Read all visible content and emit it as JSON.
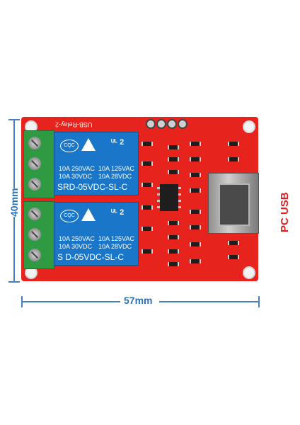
{
  "dimensions": {
    "height_label": "40mm",
    "width_label": "57mm",
    "usb_label": "PC USB"
  },
  "board": {
    "silkscreen": "USB-Relay-2"
  },
  "relays": [
    {
      "t1": "10A 250VAC",
      "t2": "10A 125VAC",
      "t3": "10A 30VDC",
      "t4": "10A 28VDC",
      "model": "SRD-05VDC-SL-C",
      "cqc": "CQC",
      "ul": "ᵁᴸ 2"
    },
    {
      "t1": "10A 250VAC",
      "t2": "10A 125VAC",
      "t3": "10A 30VDC",
      "t4": "10A 28VDC",
      "model": "S  D-05VDC-SL-C",
      "cqc": "CQC",
      "ul": "ᵁᴸ 2"
    }
  ],
  "colors": {
    "board": "#e6231c",
    "relay": "#1a76c8",
    "terminal": "#2e9b43",
    "dimension": "#2d6fb3",
    "usb_label": "#e31d1d"
  }
}
